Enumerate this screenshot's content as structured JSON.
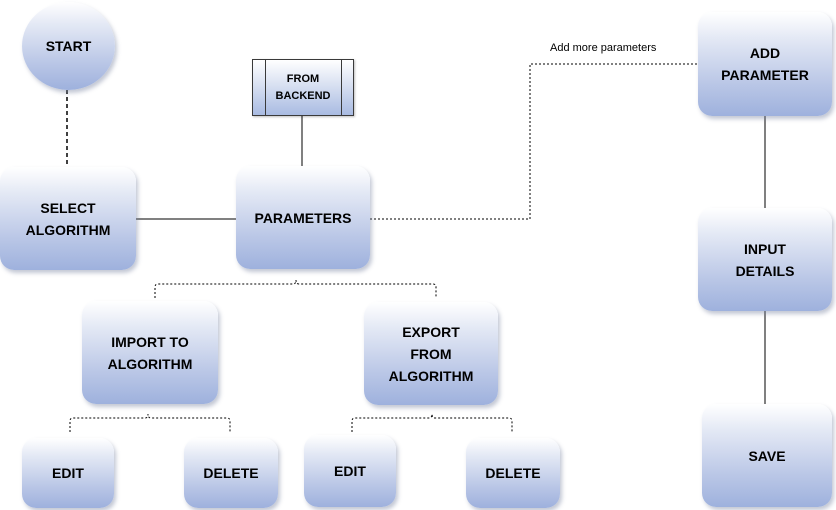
{
  "nodes": {
    "start": "START",
    "select_algorithm": "SELECT\nALGORITHM",
    "from_backend": "FROM\nBACKEND",
    "parameters": "PARAMETERS",
    "add_parameter": "ADD\nPARAMETER",
    "input_details": "INPUT\nDETAILS",
    "save": "SAVE",
    "import_to_algorithm": "IMPORT TO\nALGORITHM",
    "export_from_algorithm": "EXPORT\nFROM\nALGORITHM",
    "import_edit": "EDIT",
    "import_delete": "DELETE",
    "export_edit": "EDIT",
    "export_delete": "DELETE"
  },
  "edge_labels": {
    "add_more_parameters": "Add more parameters"
  },
  "colors": {
    "node_top": "#ffffff",
    "node_bottom": "#9eb1dd",
    "line": "#000000"
  }
}
